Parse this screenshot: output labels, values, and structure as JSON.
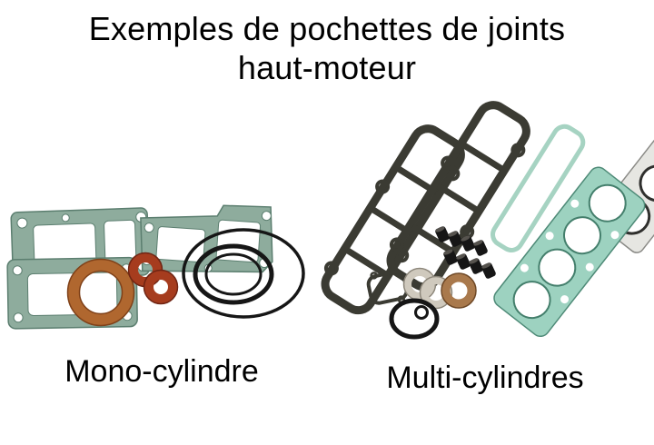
{
  "title": {
    "line1": "Exemples de pochettes de joints",
    "line2": "haut-moteur"
  },
  "captions": {
    "mono": "Mono-cylindre",
    "multi": "Multi-cylindres"
  },
  "images": {
    "mono_kit": "photo-pochette-joints-mono-cylindre",
    "multi_kit": "photo-pochette-joints-multi-cylindres"
  },
  "colors": {
    "background": "#FFFFFF",
    "text": "#000000",
    "gasket_teal": "#8EAC9D",
    "gasket_teal_edge": "#5B7E6F",
    "gasket_mint": "#9DD2C0",
    "gasket_mint_edge": "#4E8A77",
    "thin_mint_outline": "#A6D3C2",
    "copper_ring": "#B0672F",
    "copper_ring_edge": "#7F4119",
    "fiber_ring_red": "#A63C1E",
    "fiber_ring_edge": "#6F2413",
    "rubber_black": "#161616",
    "cover_gasket_dark": "#3B3B33",
    "gray_gasket": "#E6E6E2",
    "gray_gasket_circle": "#2F2F2D",
    "white_ring": "#CFC9BD",
    "white_ring_edge": "#8D877B"
  }
}
